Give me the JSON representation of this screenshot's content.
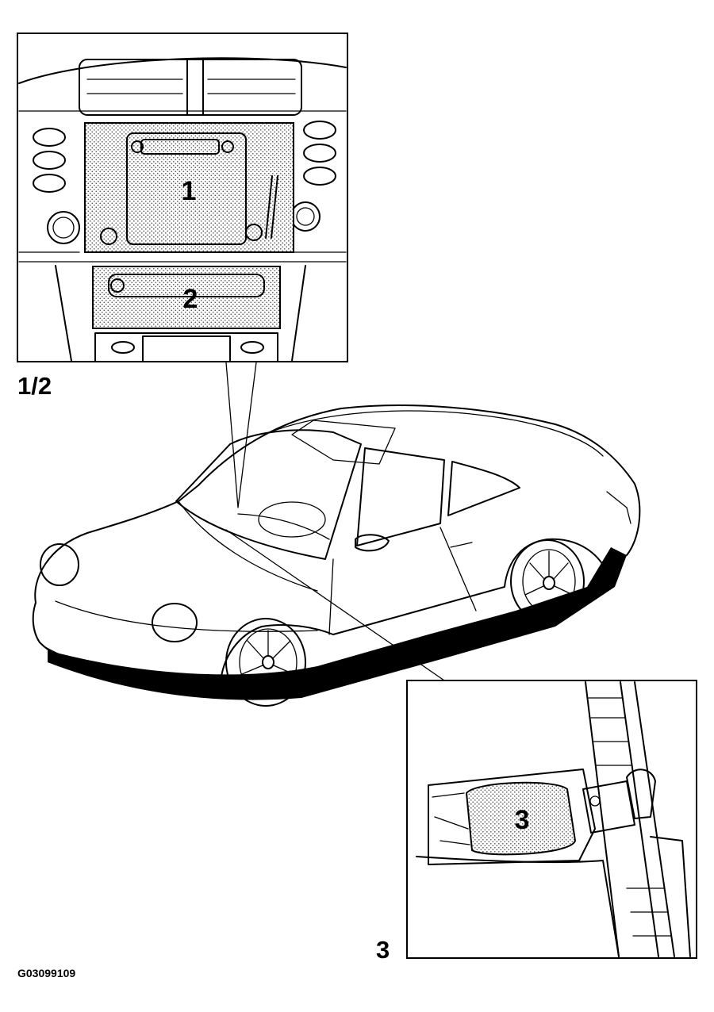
{
  "figure_id": "G03099109",
  "inset_top": {
    "view_label": "1/2",
    "callout_1": "1",
    "callout_2": "2"
  },
  "inset_bottom": {
    "view_label": "3",
    "callout_3": "3"
  },
  "colors": {
    "ink": "#000000",
    "paper": "#ffffff",
    "stipple": "#555555"
  }
}
